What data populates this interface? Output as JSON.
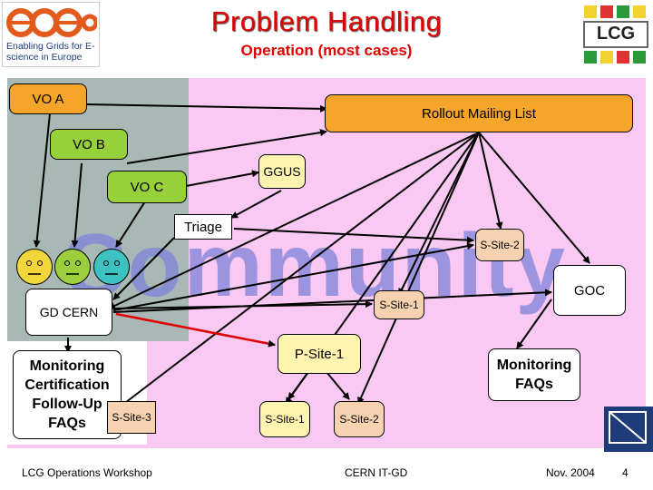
{
  "slide": {
    "title": "Problem Handling",
    "subtitle": "Operation (most cases)"
  },
  "logos": {
    "egee_word": "eGee",
    "egee_tagline": "Enabling Grids for E-science in Europe",
    "lcg_text": "LCG"
  },
  "watermark": "Community",
  "nodes": {
    "vo_a": "VO A",
    "vo_b": "VO B",
    "vo_c": "VO C",
    "rollout": "Rollout Mailing List",
    "ggus": "GGUS",
    "triage": "Triage",
    "s_site_2_top": "S-Site-2",
    "goc": "GOC",
    "s_site_1_mid": "S-Site-1",
    "gd_cern": "GD CERN",
    "p_site_1": "P-Site-1",
    "monitoring_left": "Monitoring Certification Follow-Up FAQs",
    "s_site_3": "S-Site-3",
    "s_site_1_bottom": "S-Site-1",
    "s_site_2_bottom": "S-Site-2",
    "monitoring_right": "Monitoring FAQs"
  },
  "footer": {
    "left": "LCG Operations Workshop",
    "middle": "CERN IT-GD",
    "date": "Nov. 2004",
    "page": "4"
  },
  "colors": {
    "title_red": "#e00000",
    "orange": "#f4a52a",
    "green": "#96d03a",
    "pink_panel": "#f9c8f3",
    "grey_panel": "#a8b8b5",
    "highlight_edge": "#e00000"
  }
}
